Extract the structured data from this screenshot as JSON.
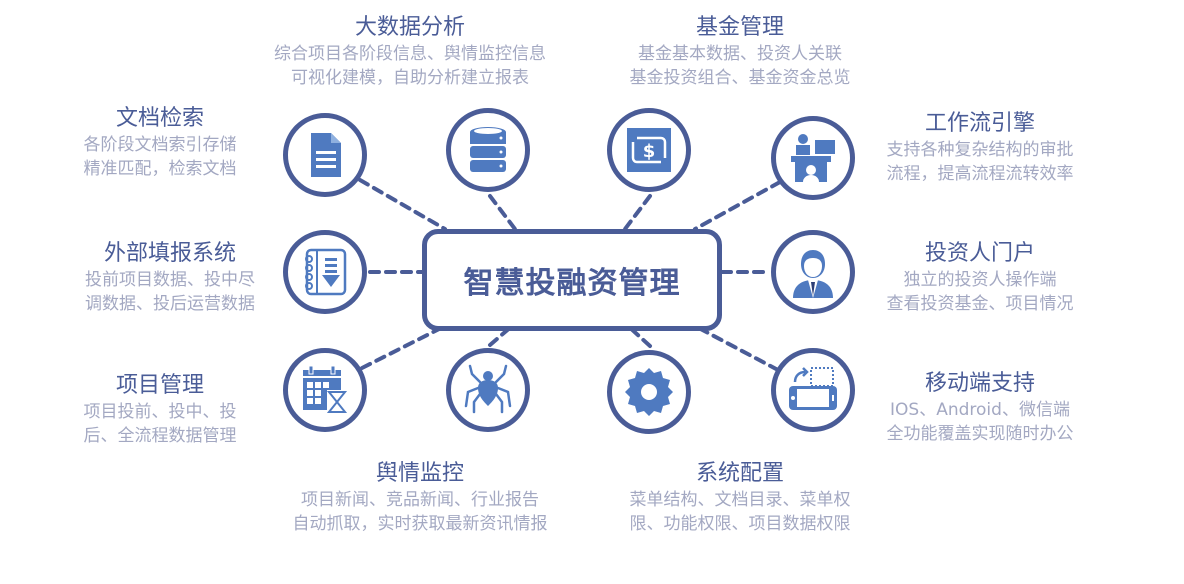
{
  "center": {
    "title": "智慧投融资管理"
  },
  "colors": {
    "primary": "#4a5c97",
    "icon": "#4f7ac0",
    "desc_text": "#a3a8c2"
  },
  "modules": [
    {
      "id": "big-data",
      "icon": "database-icon",
      "title": "大数据分析",
      "desc": [
        "综合项目各阶段信息、舆情监控信息",
        "可视化建模，自助分析建立报表"
      ]
    },
    {
      "id": "fund",
      "icon": "dollar-exchange-icon",
      "title": "基金管理",
      "desc": [
        "基金基本数据、投资人关联",
        "基金投资组合、基金资金总览"
      ]
    },
    {
      "id": "doc-search",
      "icon": "document-icon",
      "title": "文档检索",
      "desc": [
        "各阶段文档索引存储",
        "精准匹配，检索文档"
      ]
    },
    {
      "id": "workflow",
      "icon": "presenter-desk-icon",
      "title": "工作流引擎",
      "desc": [
        "支持各种复杂结构的审批",
        "流程，提高流程流转效率"
      ]
    },
    {
      "id": "external-report",
      "icon": "notebook-download-icon",
      "title": "外部填报系统",
      "desc": [
        "投前项目数据、投中尽",
        "调数据、投后运营数据"
      ]
    },
    {
      "id": "investor-portal",
      "icon": "businessman-icon",
      "title": "投资人门户",
      "desc": [
        "独立的投资人操作端",
        "查看投资基金、项目情况"
      ]
    },
    {
      "id": "project-mgmt",
      "icon": "calendar-hourglass-icon",
      "title": "项目管理",
      "desc": [
        "项目投前、投中、投",
        "后、全流程数据管理"
      ]
    },
    {
      "id": "mobile",
      "icon": "phone-rotate-icon",
      "title": "移动端支持",
      "desc": [
        "IOS、Android、微信端",
        "全功能覆盖实现随时办公"
      ]
    },
    {
      "id": "sentiment",
      "icon": "spider-icon",
      "title": "舆情监控",
      "desc": [
        "项目新闻、竞品新闻、行业报告",
        "自动抓取，实时获取最新资讯情报"
      ]
    },
    {
      "id": "system-config",
      "icon": "gear-icon",
      "title": "系统配置",
      "desc": [
        "菜单结构、文档目录、菜单权",
        "限、功能权限、项目数据权限"
      ]
    }
  ]
}
